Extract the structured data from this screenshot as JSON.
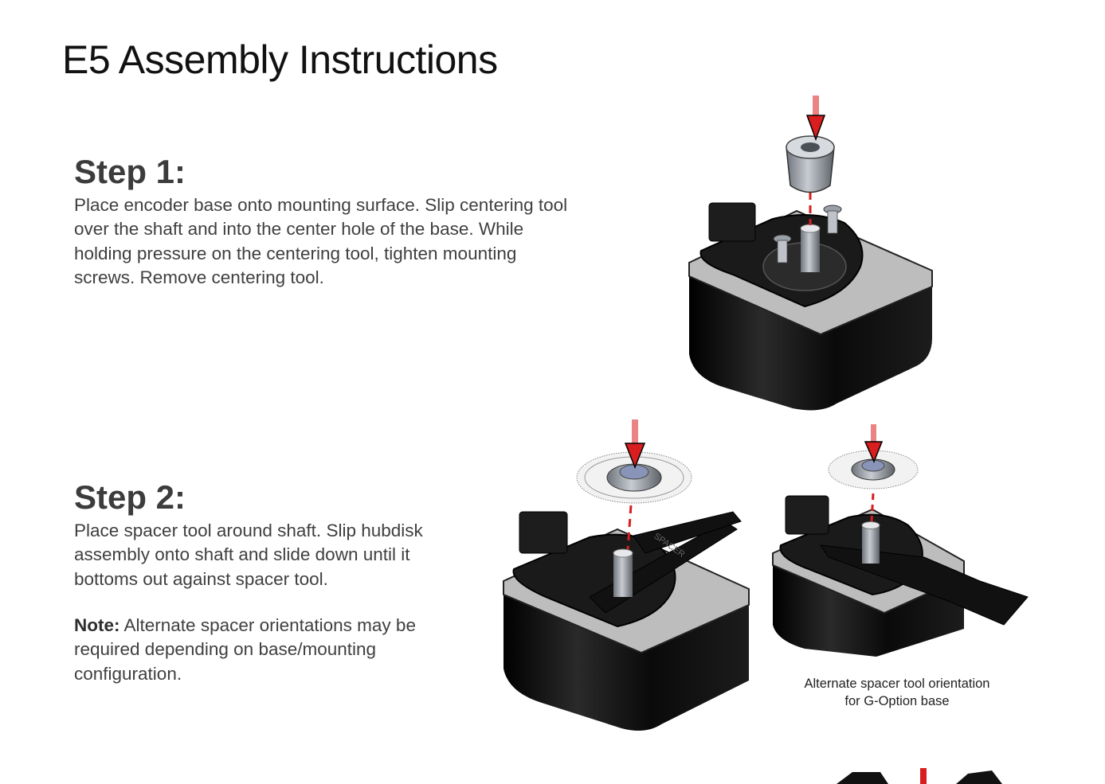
{
  "page": {
    "title": "E5 Assembly Instructions"
  },
  "steps": [
    {
      "heading": "Step 1:",
      "text": "Place encoder base onto mounting surface. Slip centering tool over the shaft and into the center hole of the base. While holding pressure on the centering tool, tighten mounting screws. Remove centering tool."
    },
    {
      "heading": "Step 2:",
      "text": "Place spacer tool around shaft. Slip hubdisk assembly onto shaft and slide down until it bottoms out against spacer tool.",
      "note_label": "Note:",
      "note_text": " Alternate spacer orientations may be required depending on base/mounting configuration.",
      "caption_line1": "Alternate spacer tool orientation",
      "caption_line2": "for G-Option base"
    }
  ],
  "colors": {
    "arrow": "#d81e1e",
    "motor_body": "#141414",
    "plate": "#b9b9b9",
    "metal": "#9aa0a8"
  }
}
